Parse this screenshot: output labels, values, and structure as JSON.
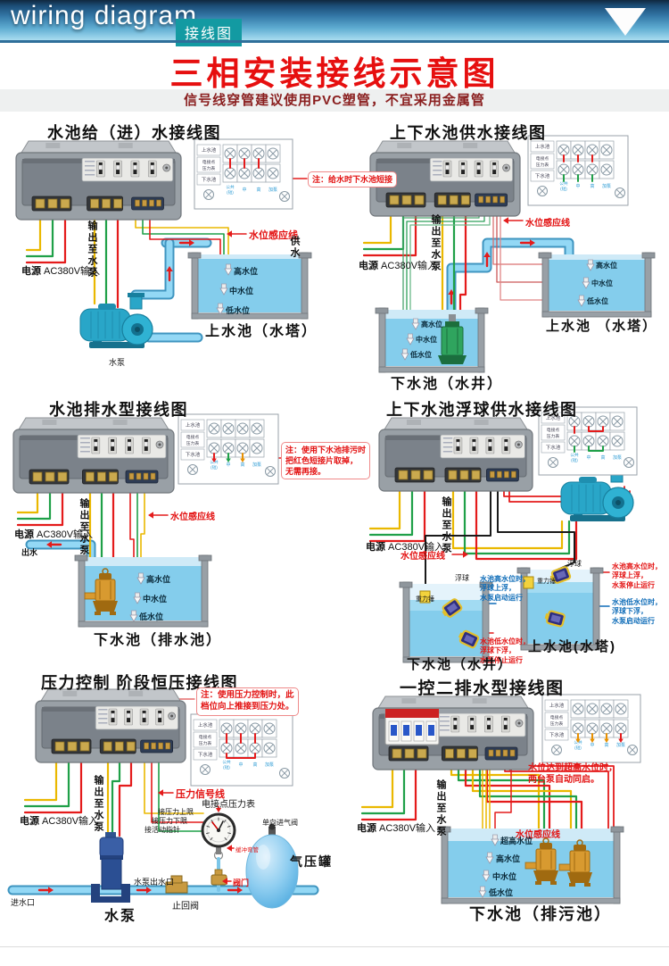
{
  "header": {
    "title_en": "wiring diagram",
    "title_zh": "接线图"
  },
  "page": {
    "title": "三相安装接线示意图",
    "subtitle": "信号线穿管建议使用PVC塑管，不宜采用金属管"
  },
  "common": {
    "power_prefix": "电源",
    "power_suffix": " AC380V输入",
    "output_to_pump": "输出至水泵",
    "sensor_line": "水位感应线",
    "pump": "水泵"
  },
  "terminal": {
    "left_top": "上水池",
    "left_mid_1": "电接点",
    "left_mid_2": "压力表",
    "left_bottom": "下水池",
    "bottom_0a": "公共",
    "bottom_0b": "(短)",
    "bottom_1": "中",
    "bottom_2": "高",
    "bottom_3": "加泵"
  },
  "sections": [
    {
      "title": "水池给（进）水接线图",
      "note": "注：给水时下水池短接",
      "supply": "供水",
      "levels": [
        "高水位",
        "中水位",
        "低水位"
      ],
      "tank": "上水池（水塔）"
    },
    {
      "title": "上下水池供水接线图",
      "upper_levels": [
        "高水位",
        "中水位",
        "低水位"
      ],
      "lower_levels": [
        "高水位",
        "中水位",
        "低水位"
      ],
      "upper_tank": "上水池 （水塔）",
      "lower_tank": "下水池（水井）"
    },
    {
      "title": "水池排水型接线图",
      "note_lines": [
        "注：使用下水池排污时",
        "把红色短接片取掉，",
        "无需再接。"
      ],
      "outlet": "出水",
      "levels": [
        "高水位",
        "中水位",
        "低水位"
      ],
      "tank": "下水池（排水池）"
    },
    {
      "title": "上下水池浮球供水接线图",
      "float_ball": "浮球",
      "gravity_weight": "重力锤",
      "mid_blue": [
        "水池高水位时，",
        "浮球上浮，",
        "水泵启动运行"
      ],
      "mid_red": [
        "水池低水位时，",
        "浮球下浮，",
        "水泵停止运行"
      ],
      "right_red": [
        "水池高水位时，",
        "浮球上浮，",
        "水泵停止运行"
      ],
      "right_blue": [
        "水池低水位时，",
        "浮球下浮，",
        "水泵启动运行"
      ],
      "lower_tank": "下水池（水井）",
      "upper_tank": "上水池(水塔)"
    },
    {
      "title": "压力控制 阶段恒压接线图",
      "note_lines": [
        "注：使用压力控制时，此",
        "档位向上推接到压力处。"
      ],
      "pressure_line": "压力信号线",
      "gauge": "电接点压力表",
      "conn_upper": "接压力上限",
      "conn_lower": "接压力下限",
      "conn_pointer": "接活动指针",
      "buffer": "缓冲弯管",
      "valve": "阀门",
      "air_valve": "单向进气阀",
      "air_tank": "气压罐",
      "pump_outlet": "水泵出水口",
      "check_valve": "止回阀",
      "inlet": "进水口"
    },
    {
      "title": "一控二排水型接线图",
      "alert_lines": [
        "水位达到超高水位时，",
        "两台泵自动同启。"
      ],
      "levels": [
        "超高水位",
        "高水位",
        "中水位",
        "低水位"
      ],
      "tank": "下水池（排污池）"
    }
  ]
}
